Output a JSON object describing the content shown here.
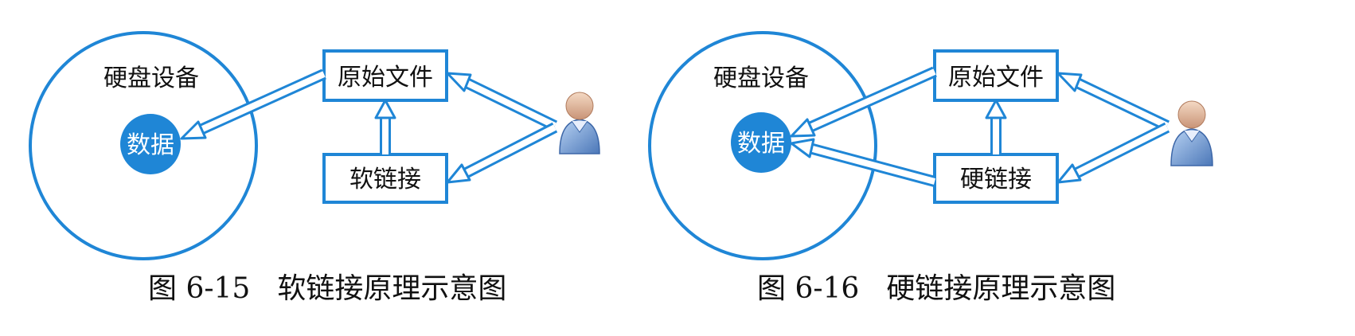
{
  "colors": {
    "accent": "#1f86d6",
    "text": "#111111",
    "white": "#ffffff"
  },
  "figures": [
    {
      "disk_label": "硬盘设备",
      "data_label": "数据",
      "original_label": "原始文件",
      "link_label": "软链接",
      "caption_number": "图 6-15",
      "caption_text": "软链接原理示意图",
      "user_icon": "user-icon"
    },
    {
      "disk_label": "硬盘设备",
      "data_label": "数据",
      "original_label": "原始文件",
      "link_label": "硬链接",
      "caption_number": "图 6-16",
      "caption_text": "硬链接原理示意图",
      "user_icon": "user-icon"
    }
  ]
}
